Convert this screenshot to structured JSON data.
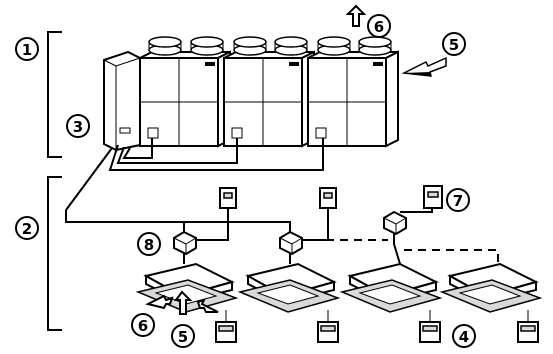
{
  "callouts": {
    "c1": "1",
    "c2": "2",
    "c3": "3",
    "c4": "4",
    "c5_top": "5",
    "c5_bottom": "5",
    "c6_top": "6",
    "c6_bottom": "6",
    "c7": "7",
    "c8": "8"
  }
}
